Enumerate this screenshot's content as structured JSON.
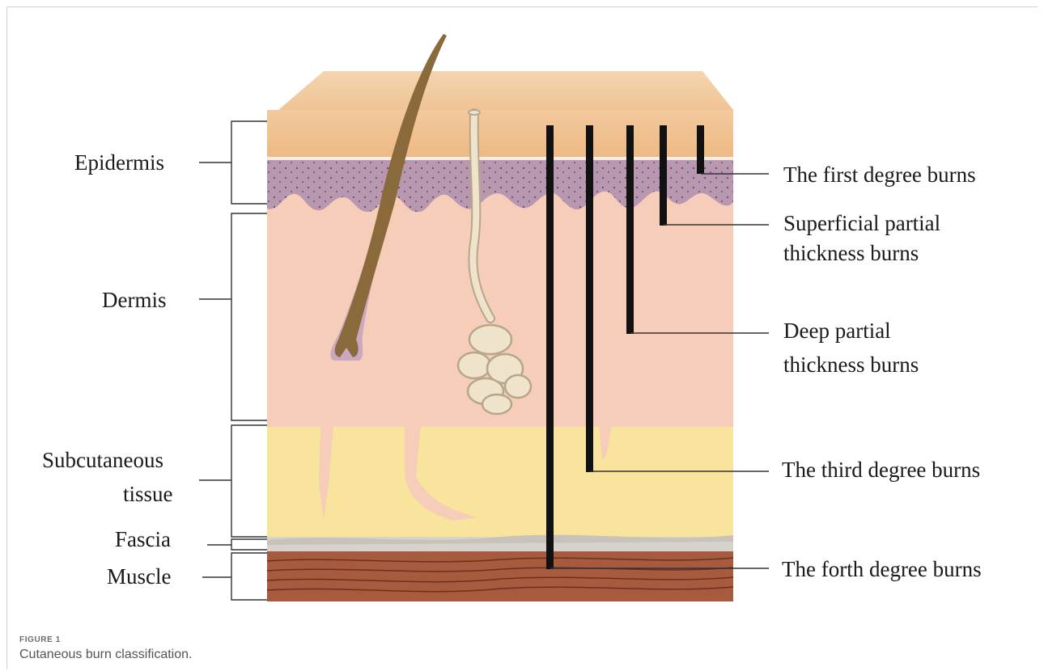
{
  "figure": {
    "tag": "FIGURE 1",
    "caption": "Cutaneous burn classification."
  },
  "layers": {
    "epidermis": "Epidermis",
    "dermis": "Dermis",
    "subcutaneous_line1": "Subcutaneous",
    "subcutaneous_line2": "tissue",
    "fascia": "Fascia",
    "muscle": "Muscle"
  },
  "burns": {
    "first": "The first degree burns",
    "superficial_line1": "Superficial partial",
    "superficial_line2": "thickness burns",
    "deep_line1": "Deep partial",
    "deep_line2": "thickness burns",
    "third": "The third degree burns",
    "fourth": "The forth degree burns"
  },
  "colors": {
    "epidermis": "#f2c79a",
    "basal": "#b898b0",
    "dermis": "#f6cdb8",
    "subcutaneous": "#f8e49c",
    "fascia": "#d6d2cc",
    "muscle": "#a65a3e",
    "hair": "#8a6a3a",
    "gland": "#e8dcc2",
    "bar": "#111111"
  }
}
